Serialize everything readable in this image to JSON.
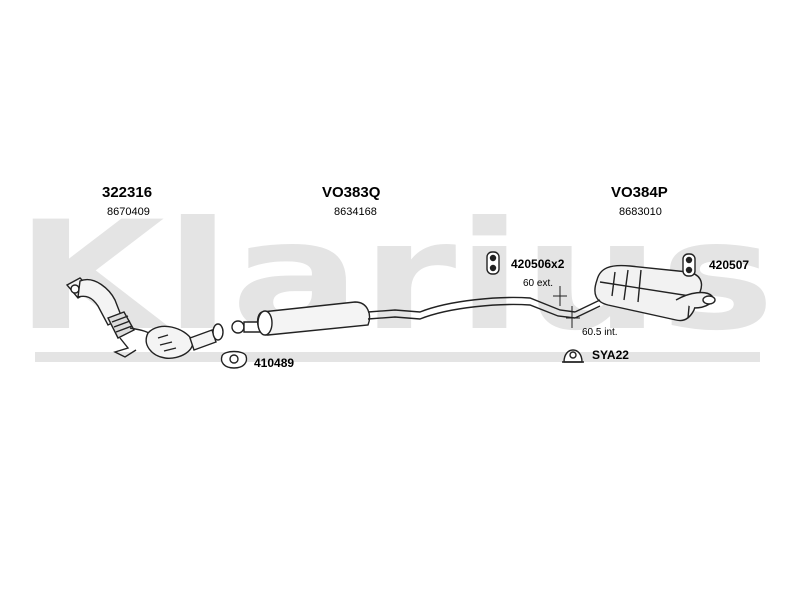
{
  "watermark": {
    "text": "Klarius"
  },
  "sections": [
    {
      "main_code": "322316",
      "ref_code": "8670409"
    },
    {
      "main_code": "VO383Q",
      "ref_code": "8634168"
    },
    {
      "main_code": "VO384P",
      "ref_code": "8683010"
    }
  ],
  "parts": {
    "hanger_pair": "420506x2",
    "hanger_single": "420507",
    "gasket": "410489",
    "clamp": "SYA22"
  },
  "dimensions": {
    "ext": "60 ext.",
    "int": "60.5 int."
  }
}
